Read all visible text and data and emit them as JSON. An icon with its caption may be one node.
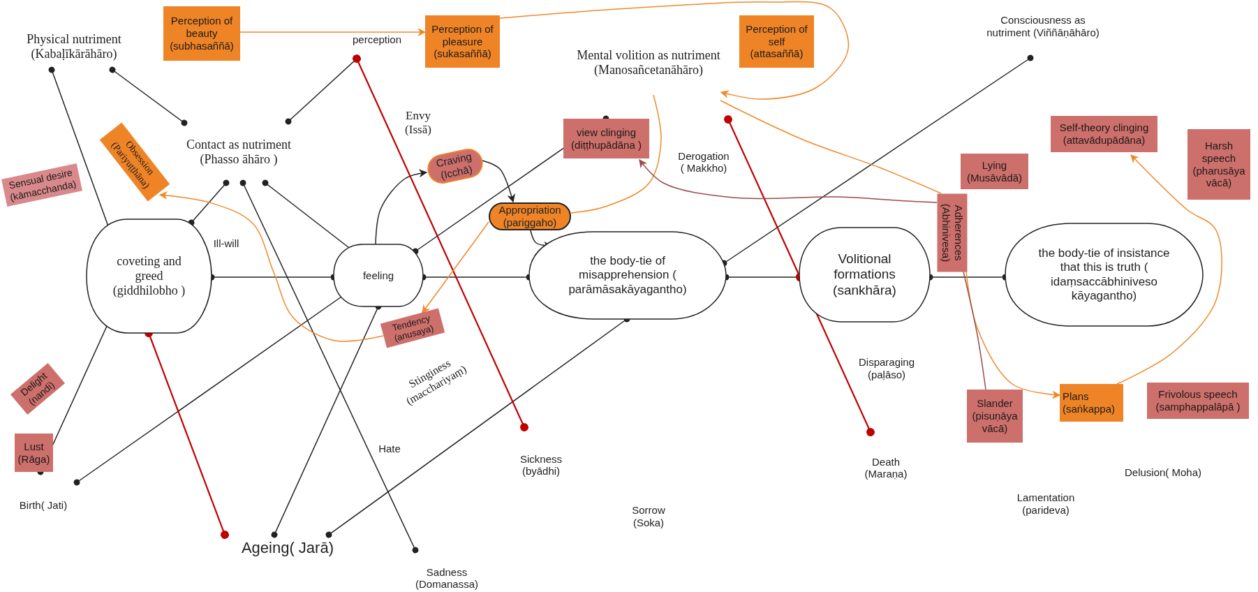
{
  "diagram": {
    "nodes": [
      {
        "text": [
          "Physical nutriment (Kabaḷīkārāhāro)"
        ]
      },
      {
        "text": [
          "Perception of beauty (subhasaññā)"
        ]
      },
      {
        "text": [
          "perception"
        ]
      },
      {
        "text": [
          "Perception of pleasure (sukasaññā)"
        ]
      },
      {
        "text": [
          "Mental volition as nutriment (Manosañcetanāhāro)"
        ]
      },
      {
        "text": [
          "Perception of self (attasaññā)"
        ]
      },
      {
        "text": [
          "Consciousness as nutriment (Viññāṇāhāro)"
        ]
      },
      {
        "text": [
          "Obsession (Pariyuṭṭhāna)"
        ]
      },
      {
        "text": [
          "Contact as nutriment (Phasso āhāro )"
        ]
      },
      {
        "text": [
          "Sensual desire (kāmacchanda)"
        ]
      },
      {
        "text": [
          "view clinging (diṭṭhupādāna )"
        ]
      },
      {
        "text": [
          "Craving (Icchā)"
        ]
      },
      {
        "text": [
          "Derogation ( Makkho)"
        ]
      },
      {
        "text": [
          "Self-theory clinging (attavādupādāna)"
        ]
      },
      {
        "text": [
          "Harsh speech (pharusāya vācā)"
        ]
      },
      {
        "text": [
          "Lying (Musāvādā)"
        ]
      },
      {
        "text": [
          "Appropriation (pariggaho)"
        ]
      },
      {
        "text": [
          "coveting and greed (giddhilobho )"
        ]
      },
      {
        "text": [
          "feeling"
        ]
      },
      {
        "text": [
          "the body-tie of misapprehension ( parāmāsakāyagantho)"
        ]
      },
      {
        "text": [
          "Volitional formations (sankhāra)"
        ]
      },
      {
        "text": [
          "Adherences (Abhinivesa)"
        ]
      },
      {
        "text": [
          "the body-tie of insistance that this is truth ( idaṃsaccābhiniveso kāyagantho)"
        ]
      },
      {
        "text": [
          "Tendency (anusaya)"
        ]
      },
      {
        "text": [
          "Delight (nandi)"
        ]
      },
      {
        "text": [
          "Sickness (byādhi)"
        ]
      },
      {
        "text": [
          "Slander (pisuṇāya vācā)"
        ]
      },
      {
        "text": [
          "Plans (saṅkappa)"
        ]
      },
      {
        "text": [
          "Frivolous speech (samphappalāpā )"
        ]
      },
      {
        "text": [
          "Lust (Rāga)"
        ]
      },
      {
        "text": [
          "Death (Maraṇa)"
        ]
      },
      {
        "text": [
          "Birth( Jati)"
        ]
      },
      {
        "text": [
          "Ageing( Jarā)"
        ]
      },
      {
        "text": [
          "Sadness (Domanassa)"
        ]
      }
    ],
    "edges": [
      {
        "from": 0,
        "to": 17,
        "arrow": "other"
      },
      {
        "from": 0,
        "to": 8,
        "arrow": "other"
      },
      {
        "from": 8,
        "to": 2,
        "arrow": "other"
      },
      {
        "from": 8,
        "to": 17,
        "arrow": "other"
      },
      {
        "from": 8,
        "to": 33,
        "arrow": "other"
      },
      {
        "from": 8,
        "to": 18,
        "arrow": "other"
      },
      {
        "from": 17,
        "to": 18,
        "arrow": "other"
      },
      {
        "from": 18,
        "to": 19,
        "arrow": "other"
      },
      {
        "from": 19,
        "to": 20,
        "arrow": "other"
      },
      {
        "from": 20,
        "to": 22,
        "arrow": "other"
      },
      {
        "from": 18,
        "to": 10,
        "arrow": "other"
      },
      {
        "from": 19,
        "to": 6,
        "arrow": "other"
      },
      {
        "from": 19,
        "to": 32,
        "arrow": "other"
      },
      {
        "from": 18,
        "to": 31,
        "arrow": "other"
      },
      {
        "from": 18,
        "to": 32,
        "arrow": "other"
      },
      {
        "from": 17,
        "to": 29,
        "arrow": "other"
      },
      {
        "from": 17,
        "to": 32,
        "arrow": "other",
        "color": "#c00000"
      },
      {
        "from": 2,
        "to": 25,
        "arrow": "other",
        "color": "#c00000"
      },
      {
        "from": 12,
        "to": 20,
        "arrow": "other",
        "color": "#c00000"
      },
      {
        "from": 20,
        "to": 30,
        "arrow": "other",
        "color": "#c00000"
      },
      {
        "from": 1,
        "to": 3,
        "arrow": "to",
        "color": "#f0882a"
      },
      {
        "from": 3,
        "to": 4,
        "arrow": "to",
        "color": "#f0882a"
      },
      {
        "from": 4,
        "to": 16,
        "arrow": "none",
        "color": "#f0882a"
      },
      {
        "from": 16,
        "to": 23,
        "arrow": "to",
        "color": "#f0882a"
      },
      {
        "from": 23,
        "to": 7,
        "arrow": "to",
        "color": "#f0882a"
      },
      {
        "from": 4,
        "to": 21,
        "arrow": "none",
        "color": "#f0882a"
      },
      {
        "from": 21,
        "to": 27,
        "arrow": "to",
        "color": "#f0882a"
      },
      {
        "from": 27,
        "to": 13,
        "arrow": "to",
        "color": "#f0882a"
      },
      {
        "from": 26,
        "to": 21,
        "arrow": "none",
        "color": "#9b4a4a"
      },
      {
        "from": 21,
        "to": 10,
        "arrow": "to",
        "color": "#9b4a4a"
      },
      {
        "from": 11,
        "to": 16,
        "arrow": "to"
      },
      {
        "from": 16,
        "to": 19,
        "arrow": "to"
      },
      {
        "from": 18,
        "to": 11,
        "arrow": "to"
      }
    ],
    "labels": [
      "Envy (Issā)",
      "Ill-will",
      "Stinginess (macchariyaṃ)",
      "Disparaging (paḷāso)",
      "Hate",
      "Delusion( Moha)",
      "Lamentation (parideva)",
      "Sorrow (Soka)"
    ]
  }
}
